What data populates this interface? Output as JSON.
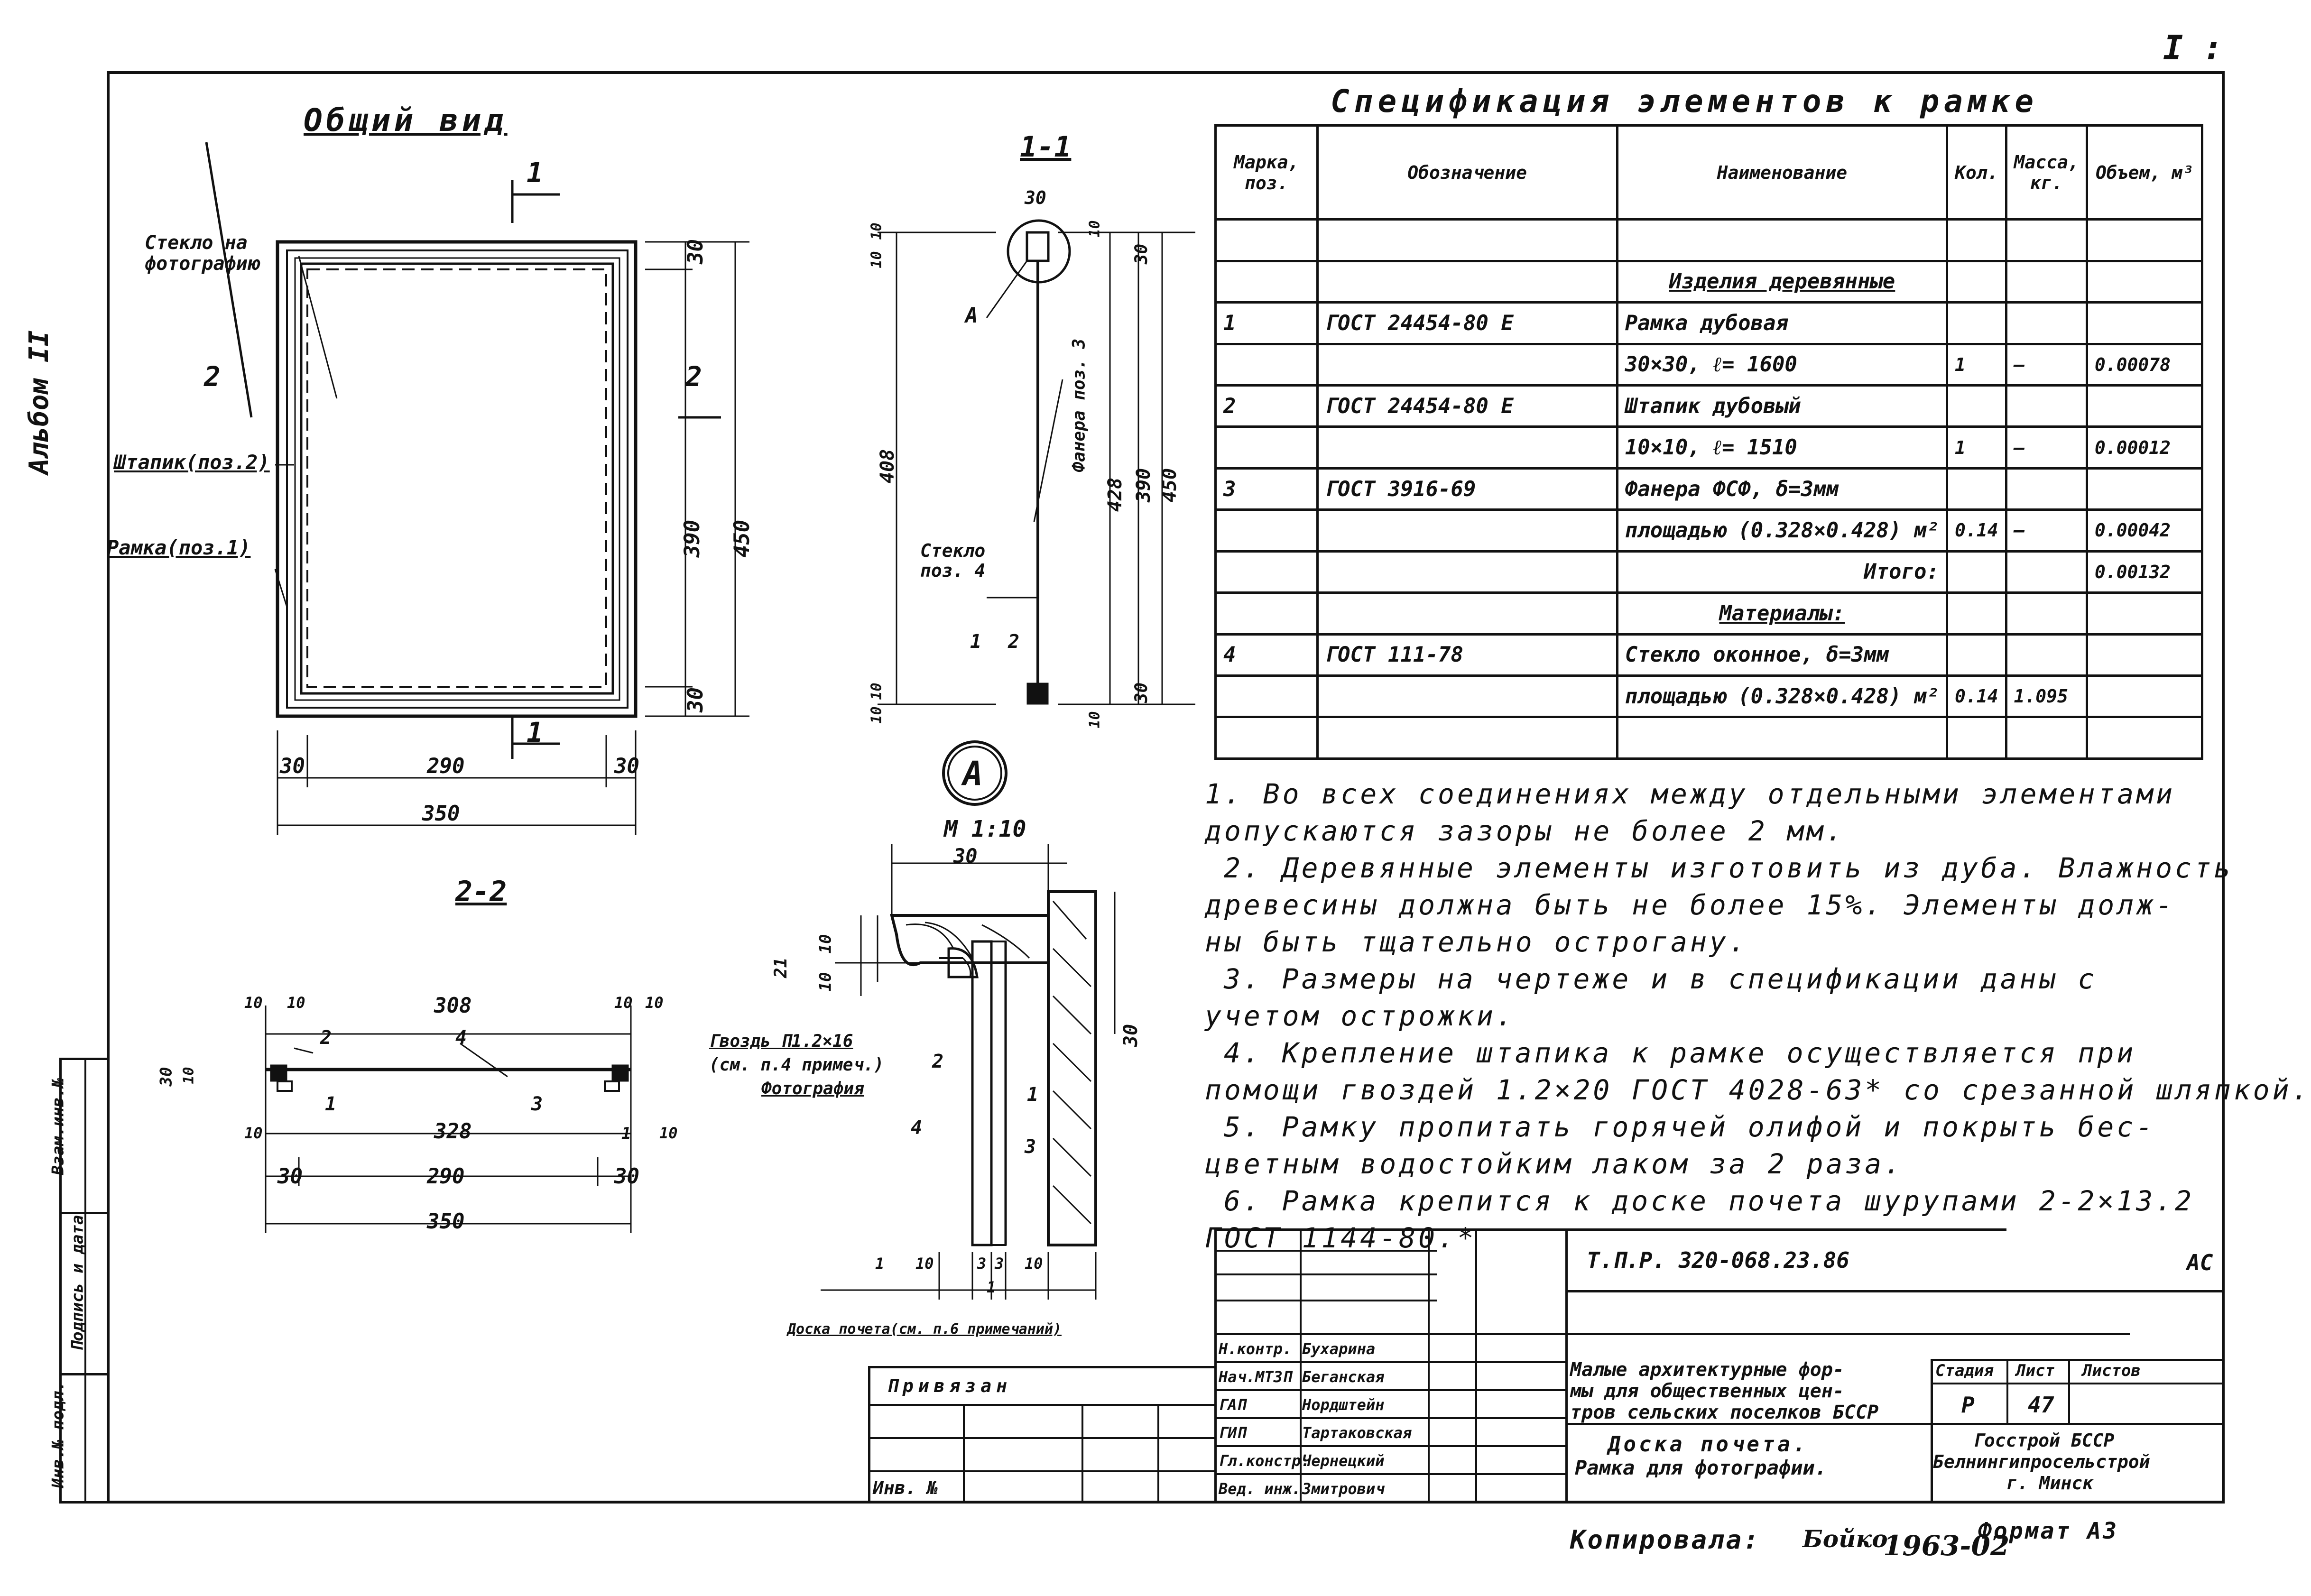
{
  "page": {
    "corner_mark": "I :"
  },
  "side_strip": {
    "album_label": "Альбом II",
    "stamps": [
      "Инв.№ подл.",
      "Подпись и дата",
      "Взам.инв.№"
    ]
  },
  "general_view": {
    "title": "Общий вид",
    "callouts": [
      "Стекло на фотографию",
      "Штапик(поз.2)",
      "Рамка(поз.1)"
    ],
    "section_marks": [
      "1",
      "1",
      "2",
      "2"
    ],
    "dims_bottom": [
      "30",
      "290",
      "30",
      "350"
    ],
    "dims_right": [
      "30",
      "390",
      "450",
      "30"
    ]
  },
  "section_1_1": {
    "title": "1-1",
    "labels": [
      "A",
      "Фанера поз. 3",
      "Стекло поз. 4",
      "1",
      "2"
    ],
    "dims": [
      "30",
      "408",
      "428",
      "390",
      "450",
      "10",
      "10",
      "10",
      "10",
      "10",
      "10",
      "30",
      "30"
    ]
  },
  "section_2_2": {
    "title": "2-2",
    "labels": [
      "2",
      "4",
      "1",
      "3",
      "1"
    ],
    "dims": [
      "308",
      "10",
      "10",
      "10",
      "10",
      "328",
      "10",
      "10",
      "30",
      "290",
      "30",
      "350",
      "30",
      "10"
    ]
  },
  "detail_a": {
    "title": "A",
    "scale": "М 1:10",
    "labels": [
      "Гвоздь П1.2×16",
      "(см. п.4 примеч.)",
      "Фотография",
      "2",
      "4",
      "3",
      "1"
    ],
    "dims": [
      "30",
      "21",
      "10",
      "10",
      "30",
      "10",
      "3",
      "3",
      "10",
      "1",
      "1"
    ],
    "board_note": "Доска почета(см. п.6 примечаний)"
  },
  "spec": {
    "title": "Спецификация элементов к рамке",
    "headers": [
      "Марка, поз.",
      "Обозначение",
      "Наименование",
      "Кол.",
      "Масса, кг.",
      "Объем, м³"
    ],
    "rows": [
      [
        "",
        "",
        "",
        "",
        "",
        ""
      ],
      [
        "",
        "",
        "Изделия деревянные",
        "",
        "",
        ""
      ],
      [
        "1",
        "ГОСТ 24454-80 Е",
        "Рамка дубовая",
        "",
        "",
        ""
      ],
      [
        "",
        "",
        "30×30, ℓ= 1600",
        "1",
        "—",
        "0.00078"
      ],
      [
        "2",
        "ГОСТ 24454-80 Е",
        "Штапик дубовый",
        "",
        "",
        ""
      ],
      [
        "",
        "",
        "10×10, ℓ= 1510",
        "1",
        "—",
        "0.00012"
      ],
      [
        "3",
        "ГОСТ 3916-69",
        "Фанера ФСФ, δ=3мм",
        "",
        "",
        ""
      ],
      [
        "",
        "",
        "площадью (0.328×0.428) м²",
        "0.14",
        "—",
        "0.00042"
      ],
      [
        "",
        "",
        "Итого:",
        "",
        "",
        "0.00132"
      ],
      [
        "",
        "",
        "Материалы:",
        "",
        "",
        ""
      ],
      [
        "4",
        "ГОСТ 111-78",
        "Стекло оконное, δ=3мм",
        "",
        "",
        ""
      ],
      [
        "",
        "",
        "площадью (0.328×0.428) м²",
        "0.14",
        "1.095",
        ""
      ],
      [
        "",
        "",
        "",
        "",
        "",
        ""
      ]
    ]
  },
  "notes": [
    "1. Во всех соединениях между отдельными элементами",
    "допускаются зазоры не более 2 мм.",
    "2. Деревянные элементы изготовить из дуба. Влажность",
    "древесины должна быть не более 15%. Элементы долж-",
    "ны быть тщательно острогану.",
    "3. Размеры на чертеже и в спецификации даны с",
    "учетом острожки.",
    "4. Крепление штапика к рамке осуществляется при",
    "помощи гвоздей 1.2×20 ГОСТ 4028-63* со срезанной шляпкой.",
    "5. Рамку пропитать горячей олифой и покрыть бес-",
    "цветным водостойким лаком за 2 раза.",
    "6. Рамка крепится к доске почета шурупами 2-2×13.2",
    "ГОСТ 1144-80.*"
  ],
  "title_block": {
    "code": "Т.П.Р. 320-068.23.86",
    "section": "АС",
    "bound_label": "Привязан",
    "inv_label": "Инв. №",
    "staff": [
      [
        "Н.контр.",
        "Бухарина"
      ],
      [
        "Нач.МТЗП",
        "Беганская"
      ],
      [
        "ГАП",
        "Нордштейн"
      ],
      [
        "ГИП",
        "Тартаковская"
      ],
      [
        "Гл.констр.",
        "Чернецкий"
      ],
      [
        "Вед. инж.",
        "Змитрович"
      ]
    ],
    "project": [
      "Малые архитектурные фор-",
      "мы для общественных цен-",
      "тров сельских поселков БССР"
    ],
    "sheet_title": [
      "Доска почета.",
      "Рамка для фотографии."
    ],
    "col_heads": [
      "Стадия",
      "Лист",
      "Листов"
    ],
    "stage": "Р",
    "sheet": "47",
    "org": [
      "Госстрой БССР",
      "Белнингипросельстрой",
      "г. Минск"
    ]
  },
  "footer": {
    "copied": "Копировала:",
    "copier": "Бойко",
    "number": "1963-02",
    "format": "Формат А3"
  }
}
